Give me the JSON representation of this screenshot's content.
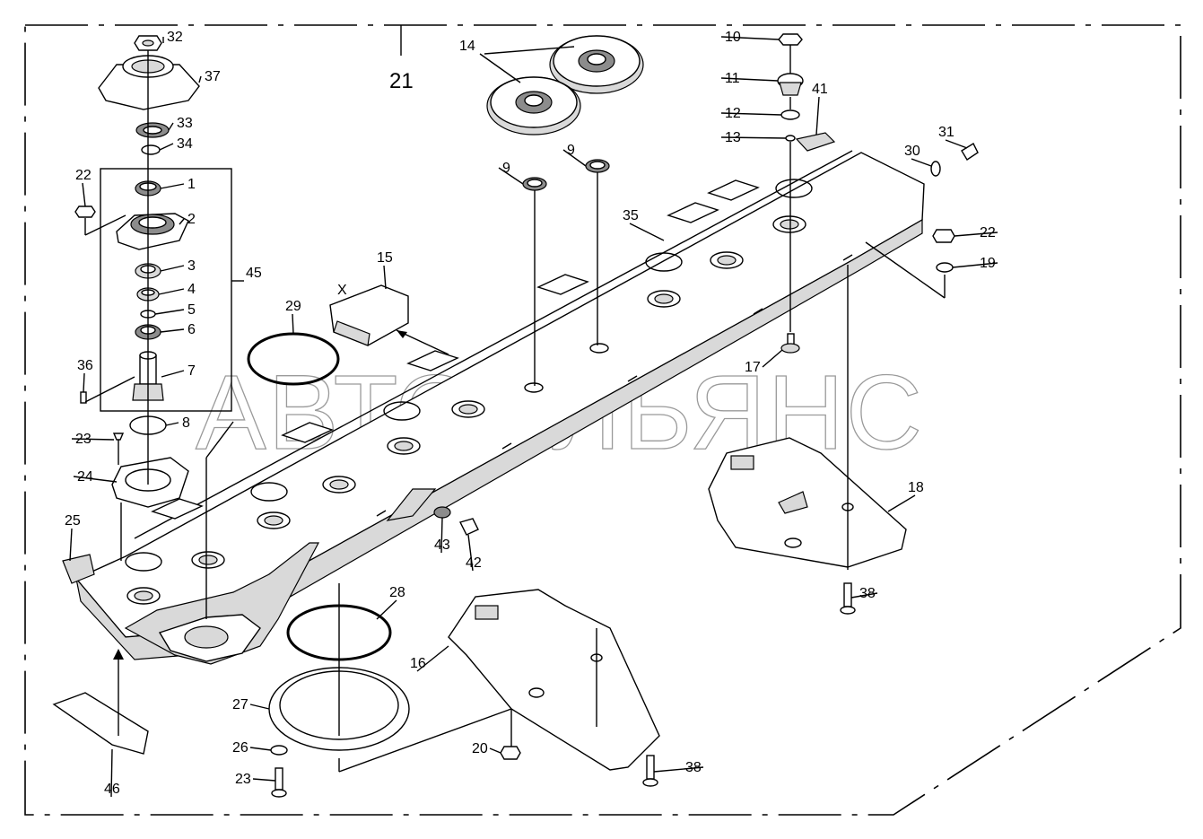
{
  "watermark": "АВТОАЛЬЯНС",
  "assembly_label": "21",
  "marker_label": "X",
  "callouts": [
    {
      "id": "c32",
      "text": "32"
    },
    {
      "id": "c37",
      "text": "37"
    },
    {
      "id": "c33",
      "text": "33"
    },
    {
      "id": "c34",
      "text": "34"
    },
    {
      "id": "c22a",
      "text": "22"
    },
    {
      "id": "c1",
      "text": "1"
    },
    {
      "id": "c2",
      "text": "2"
    },
    {
      "id": "c3",
      "text": "3"
    },
    {
      "id": "c45",
      "text": "45"
    },
    {
      "id": "c4",
      "text": "4"
    },
    {
      "id": "c5",
      "text": "5"
    },
    {
      "id": "c6",
      "text": "6"
    },
    {
      "id": "c36",
      "text": "36"
    },
    {
      "id": "c7",
      "text": "7"
    },
    {
      "id": "c8",
      "text": "8"
    },
    {
      "id": "c23a",
      "text": "23"
    },
    {
      "id": "c24",
      "text": "24"
    },
    {
      "id": "c25",
      "text": "25"
    },
    {
      "id": "c29",
      "text": "29"
    },
    {
      "id": "c15",
      "text": "15"
    },
    {
      "id": "c14",
      "text": "14"
    },
    {
      "id": "c9a",
      "text": "9"
    },
    {
      "id": "c9b",
      "text": "9"
    },
    {
      "id": "c10",
      "text": "10"
    },
    {
      "id": "c11",
      "text": "11"
    },
    {
      "id": "c12",
      "text": "12"
    },
    {
      "id": "c13",
      "text": "13"
    },
    {
      "id": "c41",
      "text": "41"
    },
    {
      "id": "c31",
      "text": "31"
    },
    {
      "id": "c30",
      "text": "30"
    },
    {
      "id": "c35",
      "text": "35"
    },
    {
      "id": "c22b",
      "text": "22"
    },
    {
      "id": "c19",
      "text": "19"
    },
    {
      "id": "c17",
      "text": "17"
    },
    {
      "id": "c18",
      "text": "18"
    },
    {
      "id": "c38a",
      "text": "38"
    },
    {
      "id": "c43",
      "text": "43"
    },
    {
      "id": "c42",
      "text": "42"
    },
    {
      "id": "c28",
      "text": "28"
    },
    {
      "id": "c16",
      "text": "16"
    },
    {
      "id": "c27",
      "text": "27"
    },
    {
      "id": "c26",
      "text": "26"
    },
    {
      "id": "c23b",
      "text": "23"
    },
    {
      "id": "c20",
      "text": "20"
    },
    {
      "id": "c38b",
      "text": "38"
    },
    {
      "id": "c46",
      "text": "46"
    }
  ]
}
